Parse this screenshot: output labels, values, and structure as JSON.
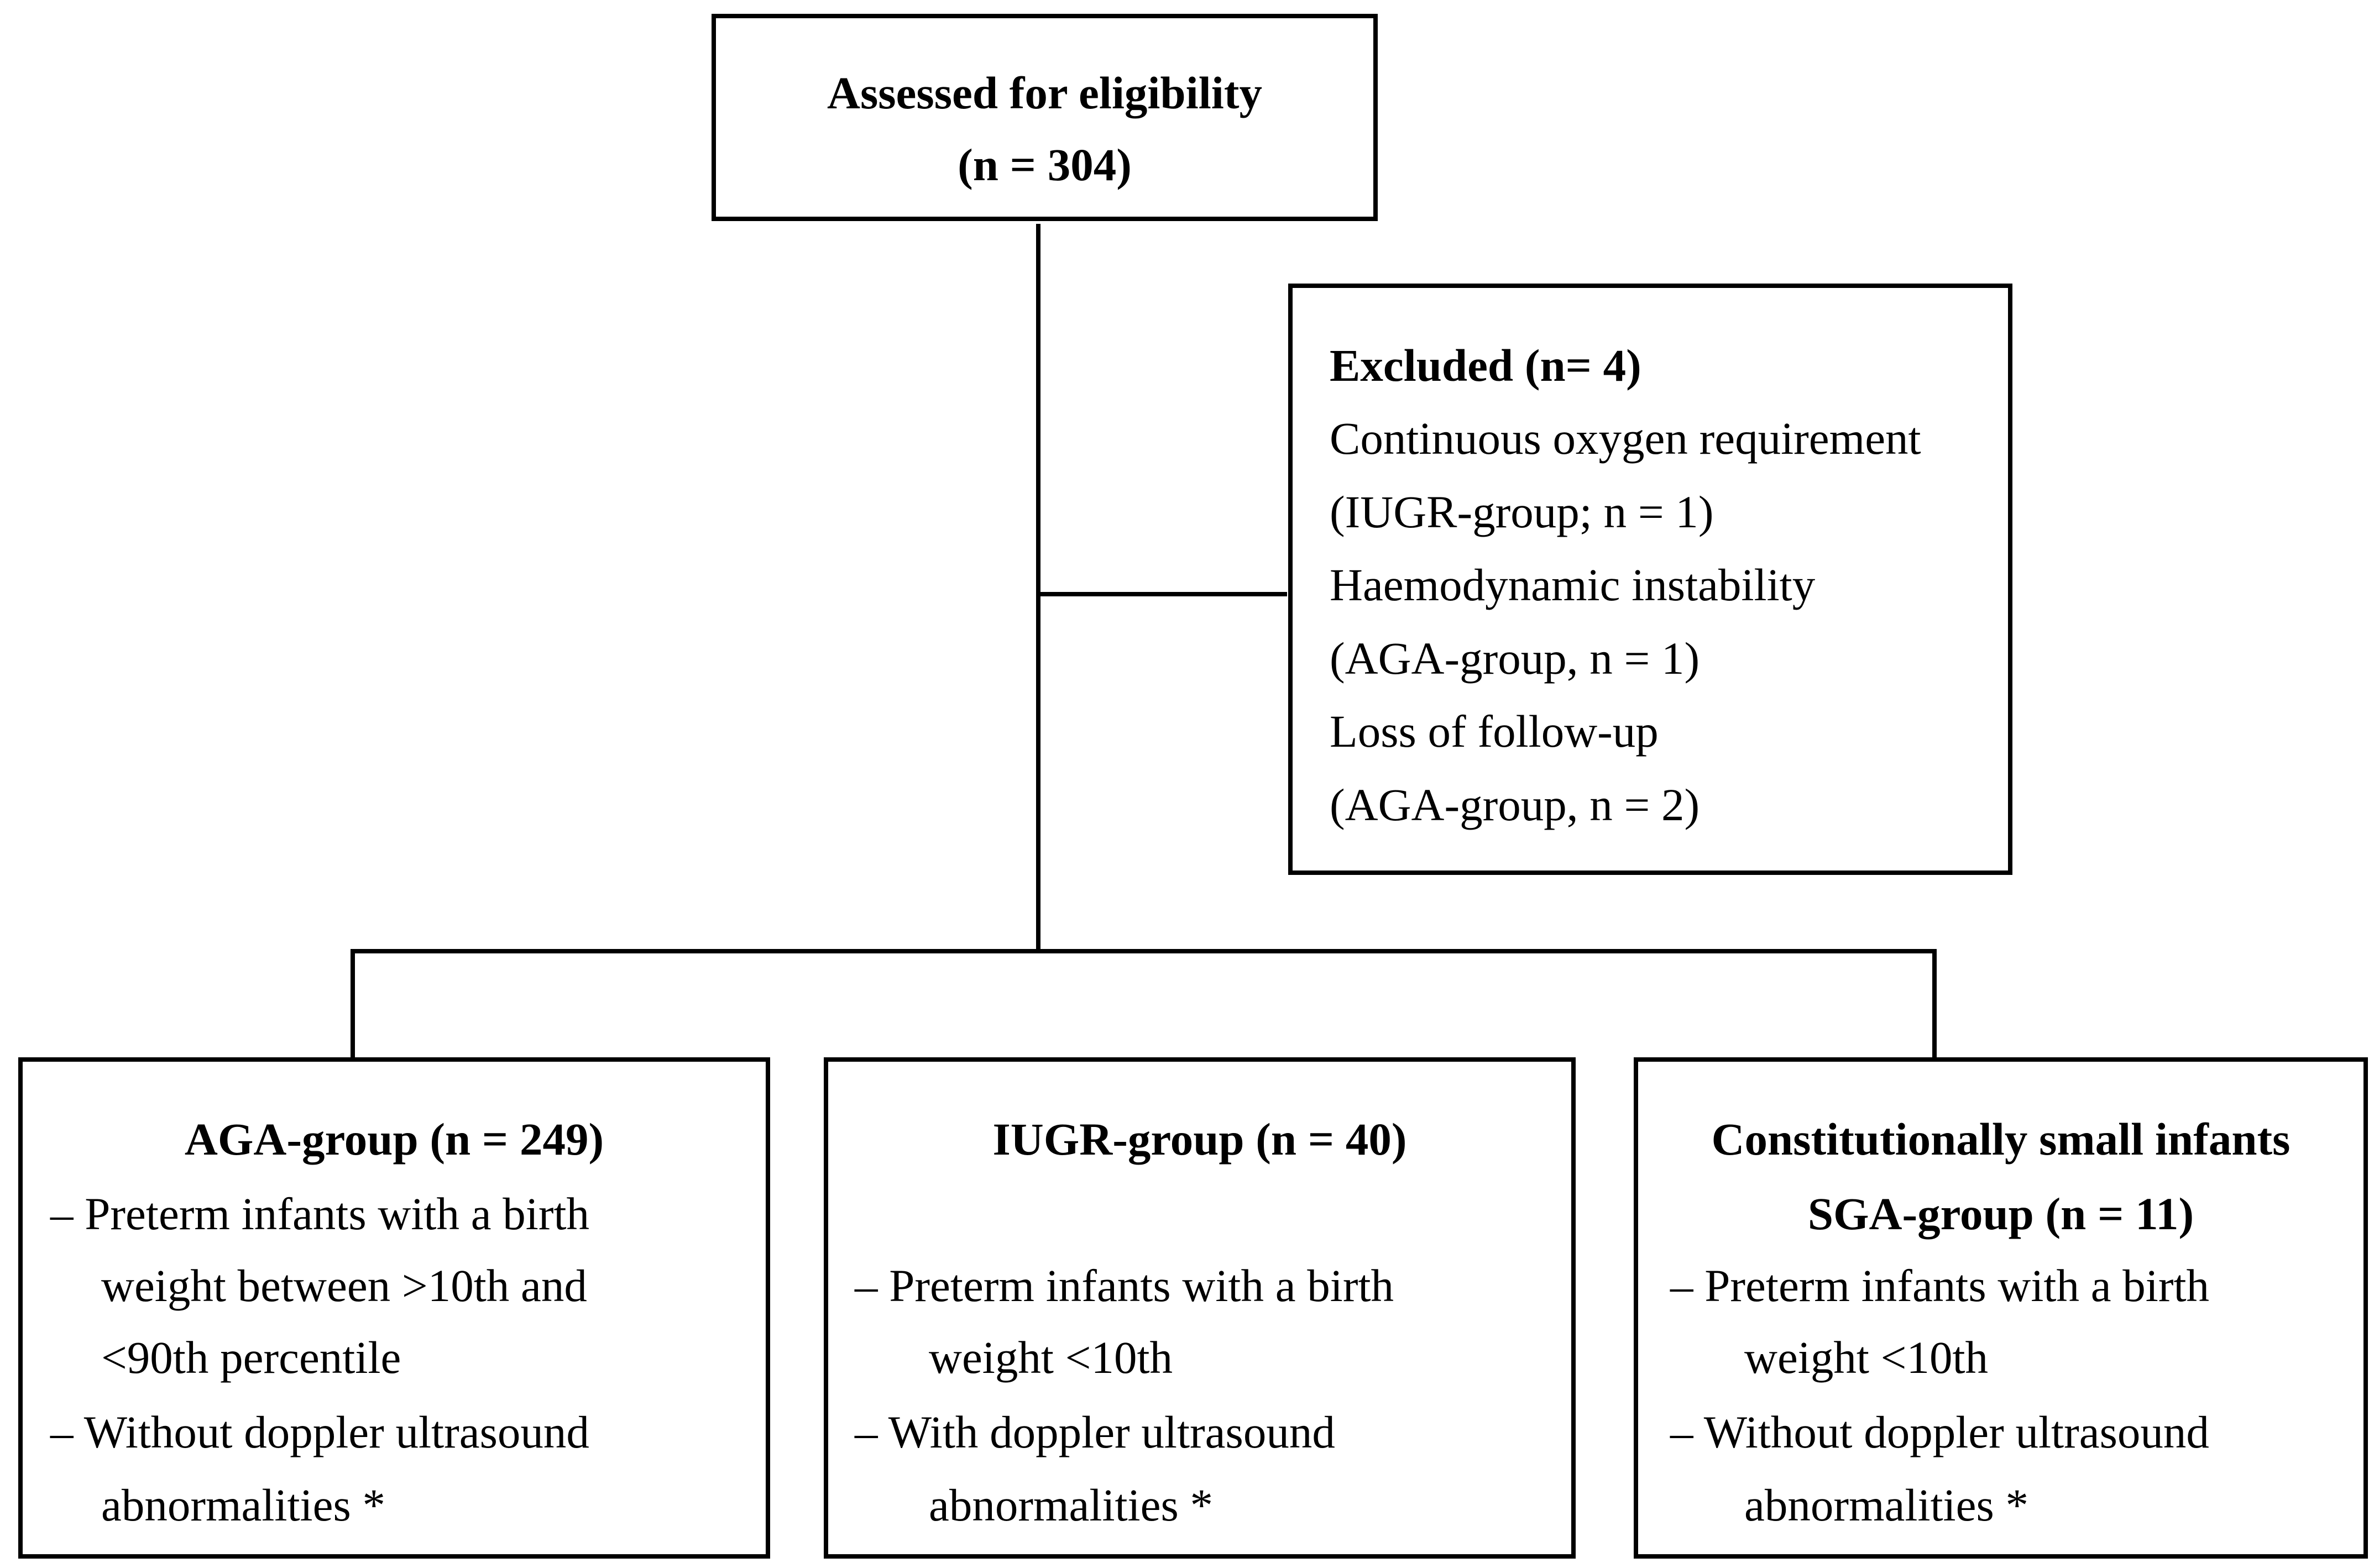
{
  "top_box": {
    "title": "Assessed for eligibility",
    "count": "(n = 304)"
  },
  "excluded_box": {
    "title": "Excluded (n= 4)",
    "lines": [
      "Continuous oxygen requirement",
      "(IUGR-group; n = 1)",
      "Haemodynamic instability",
      "(AGA-group, n = 1)",
      "Loss of follow-up",
      "(AGA-group, n = 2)"
    ]
  },
  "groups": [
    {
      "title": "AGA-group (n = 249)",
      "lines": [
        "– Preterm infants with a birth",
        "weight between >10th and",
        "<90th percentile",
        "– Without doppler ultrasound",
        "abnormalities *"
      ]
    },
    {
      "title": "IUGR-group (n = 40)",
      "lines": [
        "– Preterm infants with a birth",
        "weight <10th",
        "– With doppler ultrasound",
        "abnormalities *"
      ]
    },
    {
      "title": "Constitutionally small infants",
      "subtitle": "SGA-group (n = 11)",
      "lines": [
        "– Preterm infants with a birth",
        "weight <10th",
        "– Without doppler ultrasound",
        "abnormalities *"
      ]
    }
  ]
}
